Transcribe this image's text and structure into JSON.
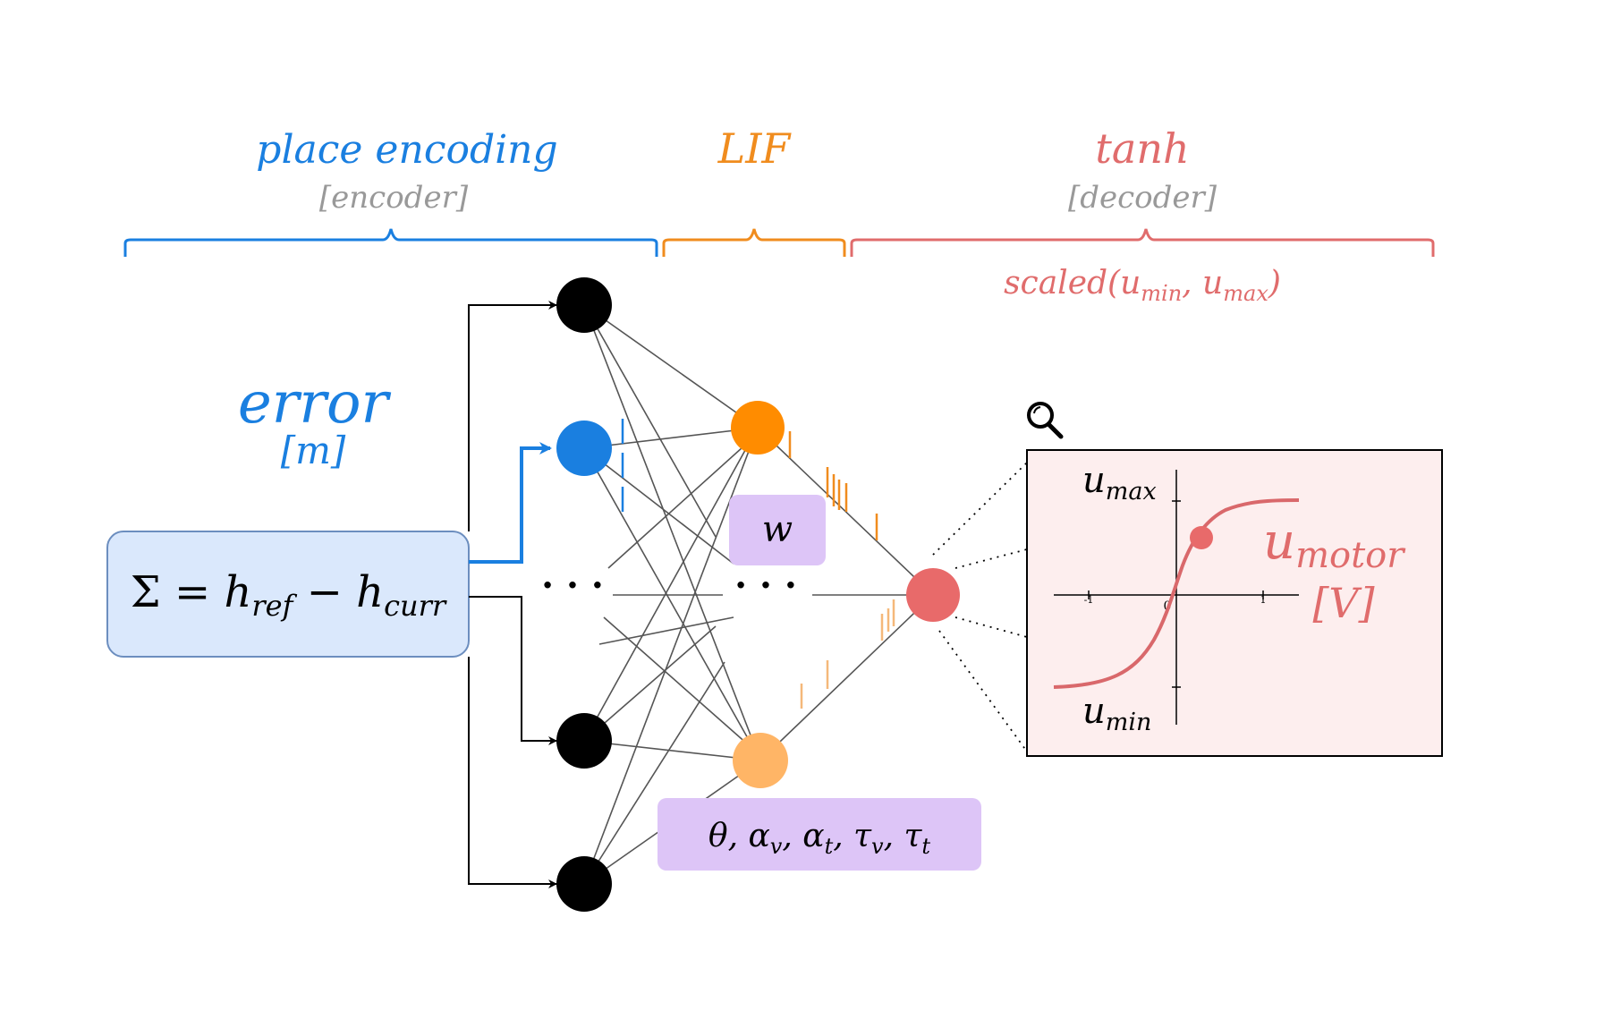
{
  "sections": {
    "encoder": {
      "title": "place encoding",
      "subtitle": "[encoder]",
      "color": "#1a7fe0",
      "subtitle_color": "#999999"
    },
    "lif": {
      "title": "LIF",
      "color": "#f08c1e"
    },
    "decoder": {
      "title": "tanh",
      "subtitle": "[decoder]",
      "range_label_prefix": "scaled(u",
      "range_label_min_sub": "min",
      "range_label_sep": ", u",
      "range_label_max_sub": "max",
      "range_label_suffix": ")",
      "color": "#e06c6c",
      "subtitle_color": "#999999"
    }
  },
  "error": {
    "label": "error",
    "unit": "[m]",
    "color": "#1a7fe0"
  },
  "input_box": {
    "sigma": "Σ",
    "eq": " = h",
    "ref_sub": "ref",
    "minus": " − h",
    "curr_sub": "curr",
    "fill": "#dae8fc",
    "stroke": "#6c8ebf"
  },
  "weight_label": "w",
  "param_label": {
    "theta": "θ, ",
    "alpha": "α",
    "v_sub": "v",
    "t_sub": "t",
    "comma": ", ",
    "tau": "τ"
  },
  "ellipsis": "· · ·",
  "plot": {
    "u_max_base": "u",
    "u_max_sub": "max",
    "u_min_base": "u",
    "u_min_sub": "min",
    "zero": "0",
    "tick_neg": "-1",
    "tick_pos": "1",
    "background": "#fdeeee",
    "curve_color": "#d9686b"
  },
  "output": {
    "base": "u",
    "sub": "motor",
    "unit": "[V]",
    "color": "#e06c6c"
  },
  "colors": {
    "black_node": "#000000",
    "active_node": "#1a7fe0",
    "lif_node": "#ff8c00",
    "lif_node_light": "#ffb566",
    "output_node": "#e86a6a",
    "purple_box": "#ddc5f7",
    "edge": "#555555",
    "spike_orange": "#f0a040",
    "spike_light": "#f5b87a"
  },
  "icons": {
    "magnifier": "magnifier-icon"
  }
}
